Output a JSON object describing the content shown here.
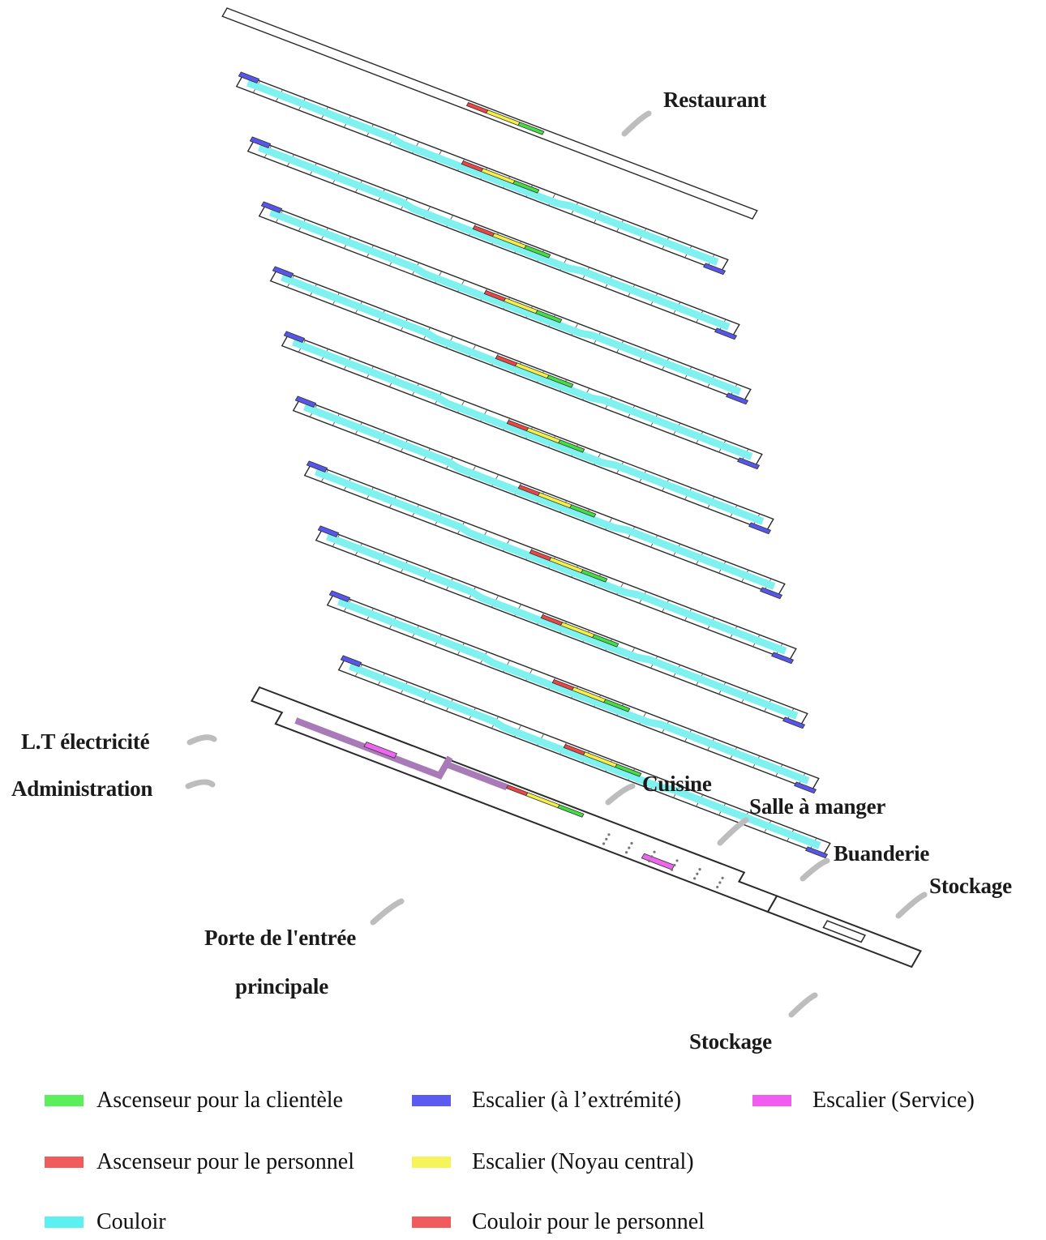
{
  "labels": {
    "restaurant": "Restaurant",
    "lt_electricite": "L.T électricité",
    "administration": "Administration",
    "cuisine": "Cuisine",
    "salle_a_manger": "Salle à manger",
    "buanderie": "Buanderie",
    "stockage_right": "Stockage",
    "stockage_bottom": "Stockage",
    "porte_line1": "Porte de l'entrée",
    "porte_line2": "principale"
  },
  "legend": [
    {
      "label": "Ascenseur pour la clientèle",
      "color": "#5bf05b"
    },
    {
      "label": "Escalier (à l’extrémité)",
      "color": "#5b5bf0"
    },
    {
      "label": "Escalier (Service)",
      "color": "#f25bf0"
    },
    {
      "label": "Ascenseur pour le personnel",
      "color": "#f05b5b"
    },
    {
      "label": "Escalier (Noyau central)",
      "color": "#f5f55b"
    },
    {
      "label": "Couloir",
      "color": "#5cf0f0"
    },
    {
      "label": "Couloir pour le personnel",
      "color": "#f05b5b"
    }
  ],
  "colors": {
    "corridor": "#7ff2f0",
    "end_stair": "#5656e8",
    "service_stair": "#ee66ee",
    "staff_corridor": "#a87ab8",
    "staff_elevator": "#ee4444",
    "guest_elevator": "#44dd44",
    "central_stair": "#f4f044",
    "line": "#2a2a2a"
  }
}
